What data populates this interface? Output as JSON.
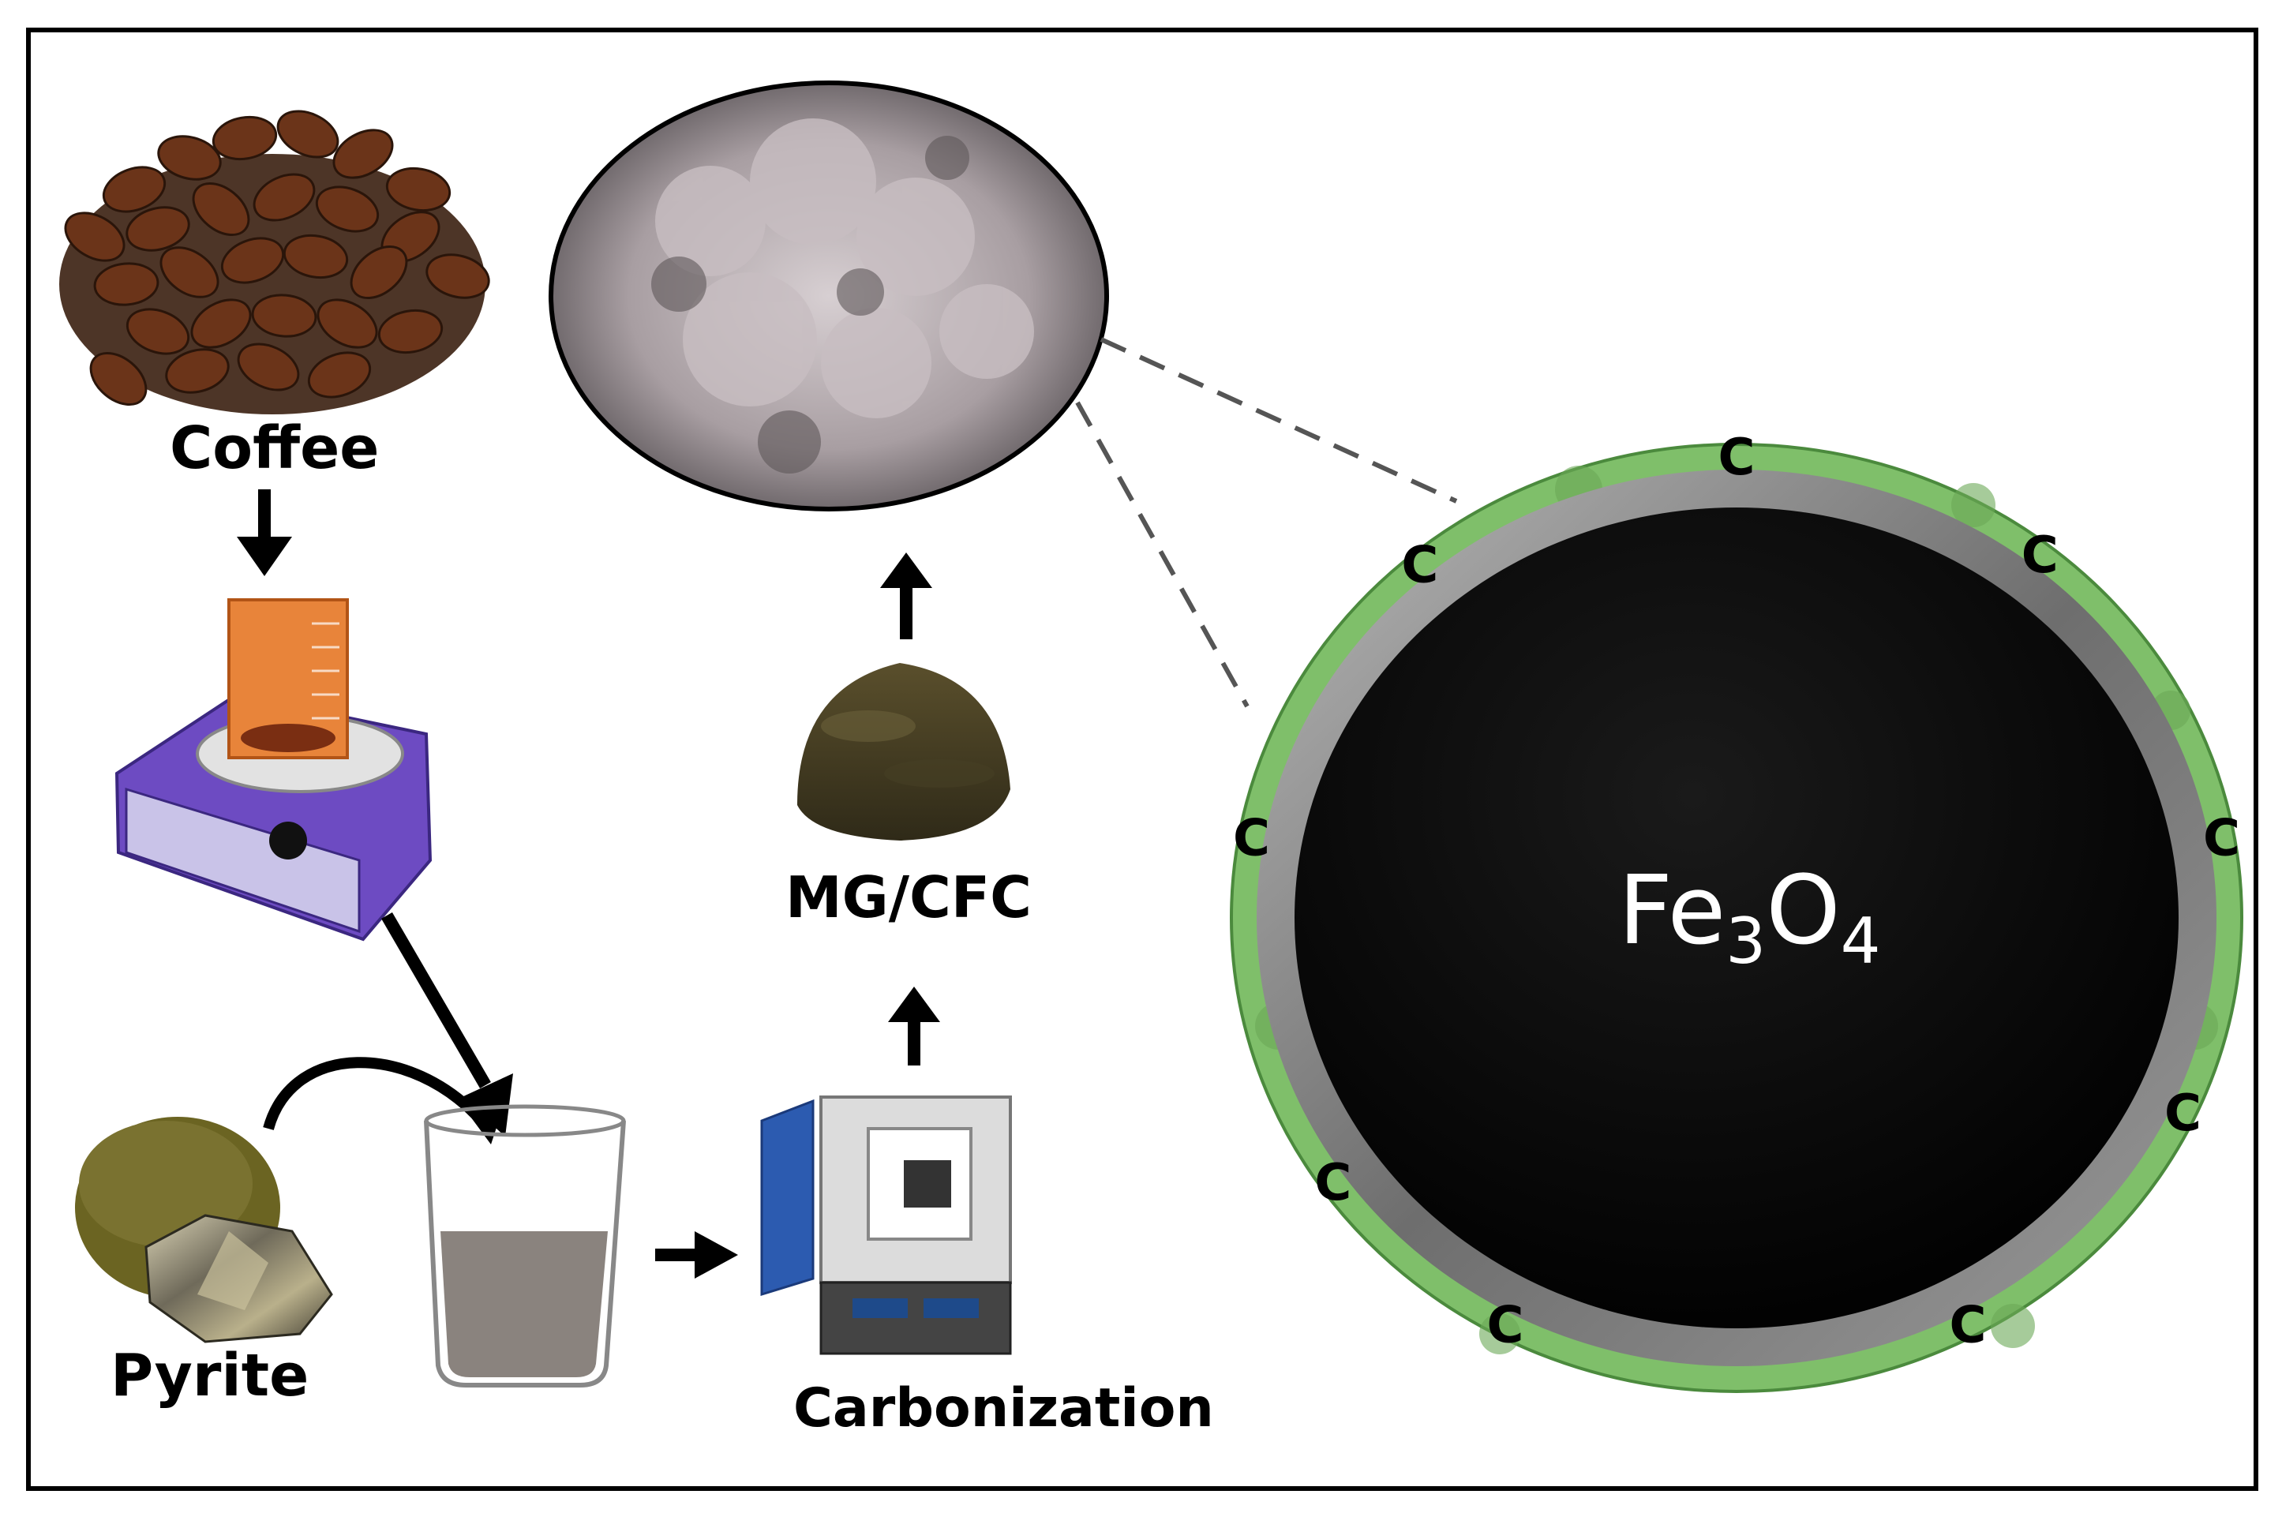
{
  "labels": {
    "coffee": "Coffee",
    "pyrite": "Pyrite",
    "carbonization": "Carbonization",
    "product": "MG/CFC"
  },
  "core_particle": {
    "formula_main": "Fe",
    "sub1": "3",
    "formula_mid": "O",
    "sub2": "4",
    "shell_letter": "C"
  },
  "colors": {
    "shell_green": "#7fbf6a",
    "core_black": "#000000",
    "beaker_orange": "#e8843a",
    "stirrer_purple": "#6d4bc2"
  }
}
